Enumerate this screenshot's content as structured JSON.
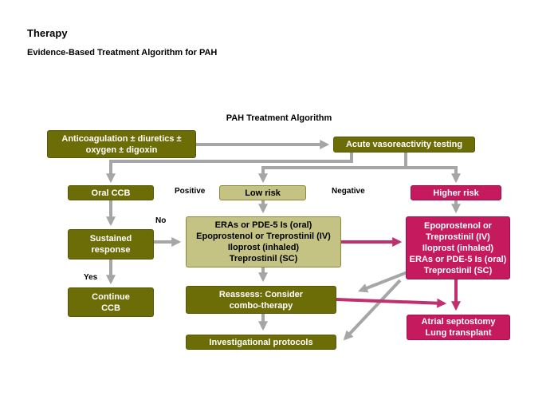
{
  "header": {
    "title": "Therapy",
    "subtitle": "Evidence-Based Treatment Algorithm for PAH"
  },
  "algorithm_title": "PAH Treatment Algorithm",
  "boxes": {
    "anticoag": "Anticoagulation ± diuretics ±\noxygen ± digoxin",
    "vasoreactivity": "Acute vasoreactivity testing",
    "oral_ccb": "Oral CCB",
    "low_risk": "Low risk",
    "higher_risk": "Higher risk",
    "sustained": "Sustained\nresponse",
    "continue_ccb": "Continue\nCCB",
    "low_risk_therapy": "ERAs or PDE-5 Is (oral)\nEpoprostenol or Treprostinil (IV)\nIloprost (inhaled)\nTreprostinil (SC)",
    "high_risk_therapy": "Epoprostenol or\nTreprostinil (IV)\nIloprost (inhaled)\nERAs or PDE-5 Is (oral)\nTreprostinil (SC)",
    "reassess": "Reassess: Consider\ncombo-therapy",
    "investigational": "Investigational protocols",
    "septostomy": "Atrial septostomy\nLung transplant"
  },
  "edge_labels": {
    "positive": "Positive",
    "negative": "Negative",
    "no": "No",
    "yes": "Yes"
  },
  "colors": {
    "olive": "#6d6d08",
    "tan": "#c4c384",
    "pink": "#c51a5e",
    "arrow_gray": "#a6a6a6",
    "arrow_pink": "#c0306e"
  }
}
